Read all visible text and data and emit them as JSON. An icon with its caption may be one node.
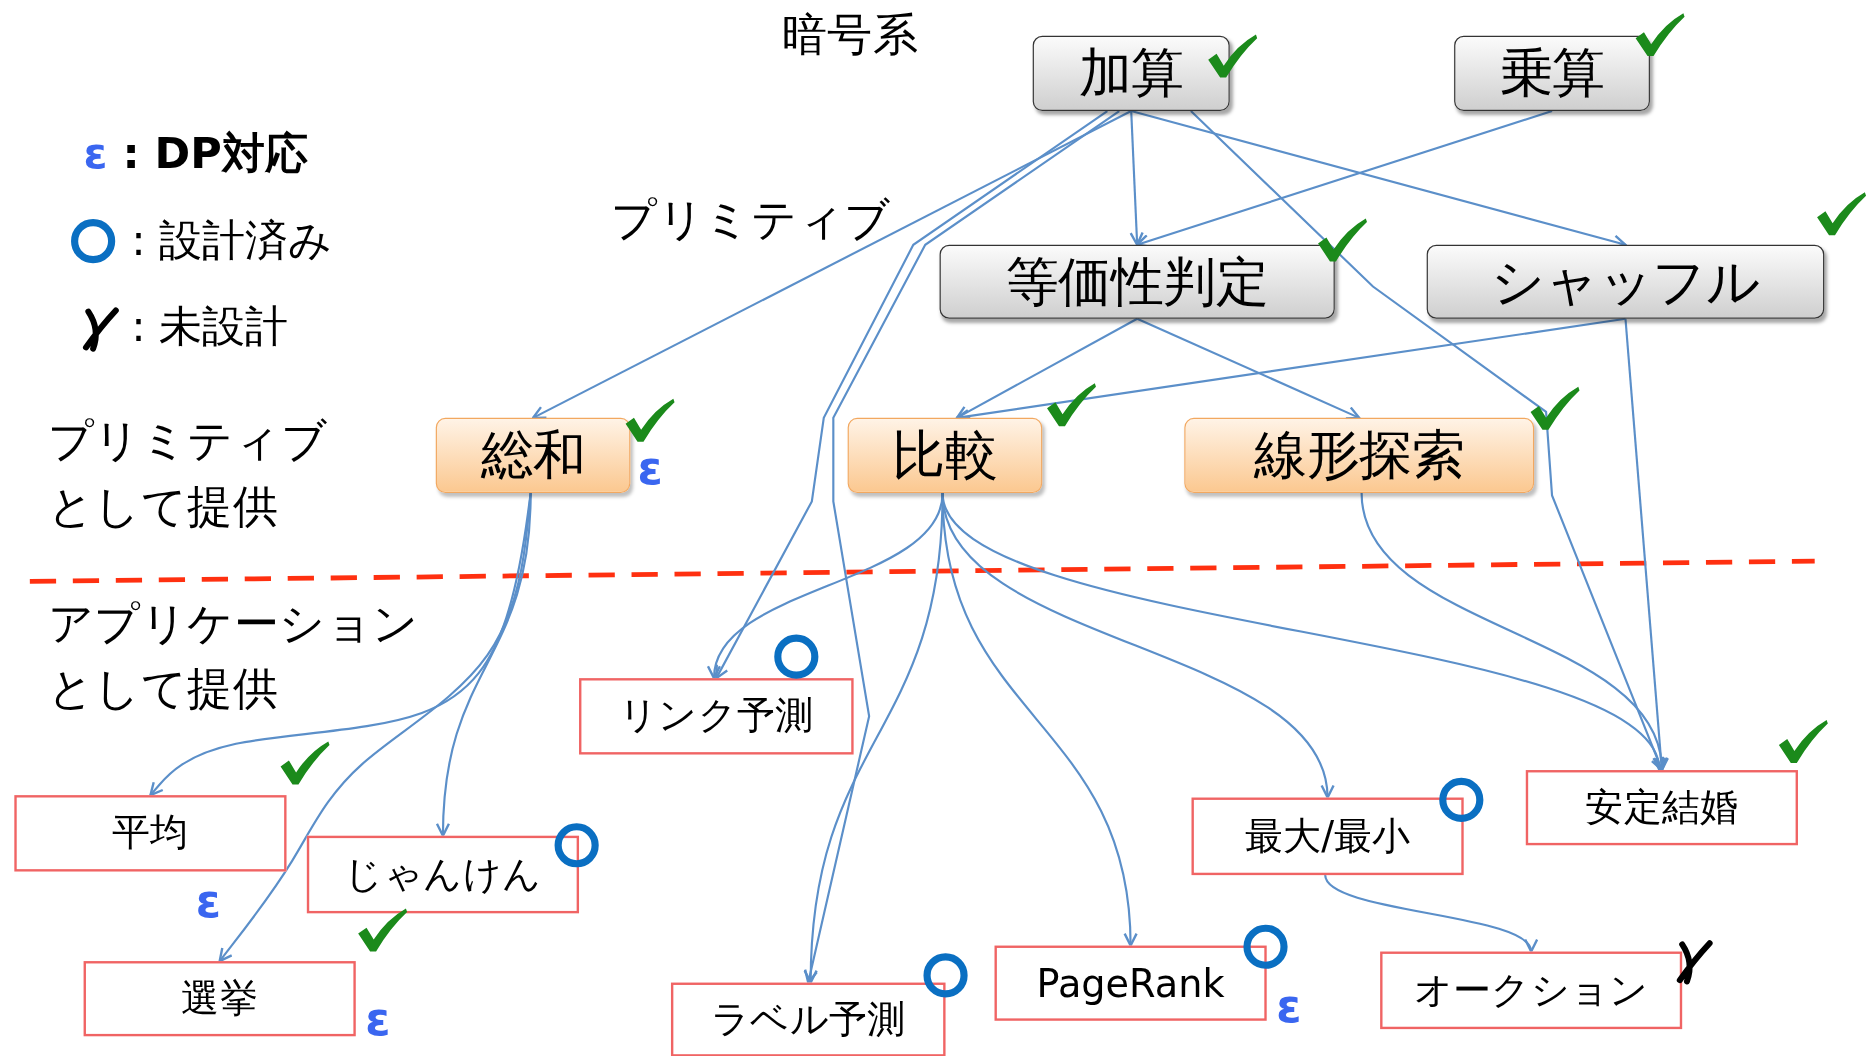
{
  "diagram": {
    "nodes": [
      {
        "text": [
          "加算"
        ]
      },
      {
        "text": [
          "乗算"
        ]
      },
      {
        "text": [
          "等価性判定"
        ]
      },
      {
        "text": [
          "シャッフル"
        ]
      },
      {
        "text": [
          "総和"
        ],
        "beside": [
          "ε"
        ]
      },
      {
        "text": [
          "比較"
        ]
      },
      {
        "text": [
          "線形探索"
        ]
      },
      {
        "text": [
          "リンク予測"
        ]
      },
      {
        "text": [
          "平均"
        ],
        "beside": [
          "ε"
        ]
      },
      {
        "text": [
          "じゃんけん"
        ]
      },
      {
        "text": [
          "最大/最小"
        ]
      },
      {
        "text": [
          "安定結婚"
        ]
      },
      {
        "text": [
          "選挙"
        ],
        "beside": [
          "ε"
        ]
      },
      {
        "text": [
          "PageRank"
        ],
        "beside": [
          "ε"
        ]
      },
      {
        "text": [
          "オークション"
        ]
      },
      {
        "text": [
          "ラベル予測"
        ]
      }
    ],
    "edges": [
      {
        "from": 0,
        "to": 4,
        "arrow": "to"
      },
      {
        "from": 0,
        "to": 2,
        "arrow": "to"
      },
      {
        "from": 0,
        "to": 3,
        "arrow": "to"
      },
      {
        "from": 0,
        "to": 7,
        "arrow": "to"
      },
      {
        "from": 0,
        "to": 15,
        "arrow": "to"
      },
      {
        "from": 0,
        "to": 11,
        "arrow": "to"
      },
      {
        "from": 1,
        "to": 2,
        "arrow": "to"
      },
      {
        "from": 3,
        "to": 5,
        "arrow": "to"
      },
      {
        "from": 3,
        "to": 11,
        "arrow": "to"
      },
      {
        "from": 2,
        "to": 5,
        "arrow": "to"
      },
      {
        "from": 2,
        "to": 6,
        "arrow": "to"
      },
      {
        "from": 4,
        "to": 8,
        "arrow": "to"
      },
      {
        "from": 4,
        "to": 12,
        "arrow": "to"
      },
      {
        "from": 4,
        "to": 9,
        "arrow": "to"
      },
      {
        "from": 5,
        "to": 7,
        "arrow": "to"
      },
      {
        "from": 5,
        "to": 15,
        "arrow": "to"
      },
      {
        "from": 5,
        "to": 13,
        "arrow": "to"
      },
      {
        "from": 5,
        "to": 10,
        "arrow": "to"
      },
      {
        "from": 5,
        "to": 11,
        "arrow": "to"
      },
      {
        "from": 6,
        "to": 11,
        "arrow": "to"
      },
      {
        "from": 10,
        "to": 14,
        "arrow": "to"
      }
    ],
    "labels": [
      "暗号系",
      "プリミティブ",
      "プリミティブとして提供",
      "アプリケーションとして提供"
    ],
    "legend": [
      {
        "text": "**ε** : DP対応"
      },
      {
        "text": ": 設計済み"
      },
      {
        "text": ": 未設計"
      }
    ]
  }
}
